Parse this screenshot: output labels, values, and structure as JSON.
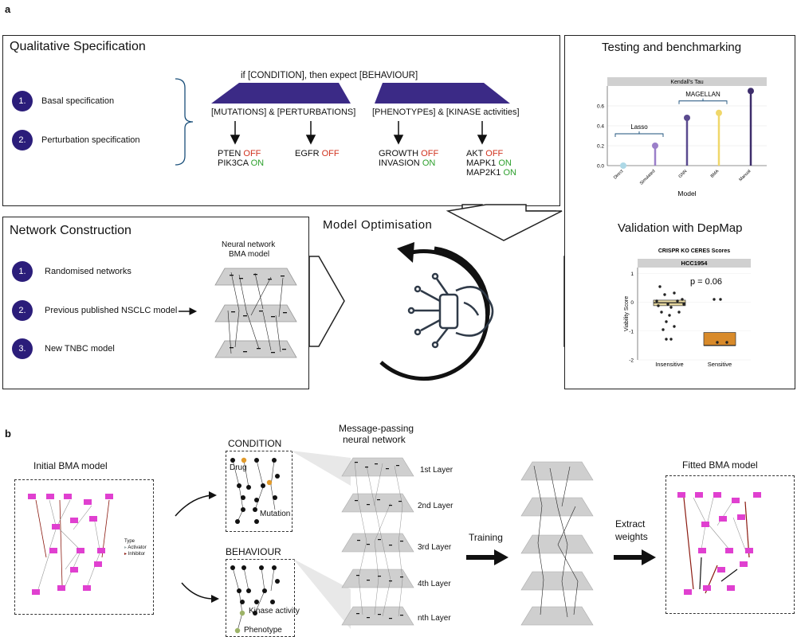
{
  "panel_a_label": "a",
  "panel_b_label": "b",
  "qual": {
    "title": "Qualitative Specification",
    "items": [
      {
        "num": "1.",
        "label": "Basal specification"
      },
      {
        "num": "2.",
        "label": "Perturbation specification"
      }
    ],
    "rule": "if [CONDITION], then expect [BEHAVIOUR]",
    "left_header": "[MUTATIONS] & [PERTURBATIONS]",
    "right_header": "[PHENOTYPEs] & [KINASE activities]",
    "status_off": "OFF",
    "status_on": "ON",
    "genes": {
      "pten": "PTEN",
      "pik3ca": "PIK3CA",
      "egfr": "EGFR",
      "growth": "GROWTH",
      "invasion": "INVASION",
      "akt": "AKT",
      "mapk1": "MAPK1",
      "map2k1": "MAP2K1"
    }
  },
  "network": {
    "title": "Network Construction",
    "items": [
      {
        "num": "1.",
        "label": "Randomised networks"
      },
      {
        "num": "2.",
        "label": "Previous published NSCLC model"
      },
      {
        "num": "3.",
        "label": "New TNBC model"
      }
    ],
    "nn_label_1": "Neural network",
    "nn_label_2": "BMA model"
  },
  "optim": {
    "title": "Model Optimisation"
  },
  "testing": {
    "title": "Testing and benchmarking",
    "validation_title": "Validation with DepMap"
  },
  "colors": {
    "accent": "#2b1d7a",
    "off": "#d0321e",
    "on": "#2da02d"
  },
  "chart_data": [
    {
      "type": "lollipop",
      "title": "Kendall's Tau",
      "xlabel": "Model",
      "categories": [
        "Direct",
        "Simulated",
        "GNN",
        "BMA",
        "Manual"
      ],
      "values": [
        0.0,
        0.2,
        0.48,
        0.53,
        0.75
      ],
      "colors": [
        "#add8e6",
        "#9b7fc9",
        "#5a4a8f",
        "#f0d76a",
        "#3d2d6b"
      ],
      "yticks": [
        "0.0",
        "0.2",
        "0.4",
        "0.6"
      ],
      "ylim": [
        0,
        0.8
      ],
      "annotations": [
        {
          "label": "Lasso",
          "categories": [
            "Direct",
            "Simulated"
          ]
        },
        {
          "label": "MAGELLAN",
          "categories": [
            "GNN",
            "BMA"
          ]
        }
      ]
    },
    {
      "type": "boxplot",
      "title": "CRISPR KO CERES Scores",
      "strip": "HCC1954",
      "ylabel": "Viability Score",
      "yticks": [
        "1",
        "0",
        "-1",
        "-2"
      ],
      "ylim": [
        -2,
        1.2
      ],
      "categories": [
        "Insensitive",
        "Sensitive"
      ],
      "annotation": "p = 0.06",
      "boxes": [
        {
          "name": "Insensitive",
          "q1": -0.12,
          "median": -0.02,
          "q3": 0.07,
          "color": "#e8d9a0"
        },
        {
          "name": "Sensitive",
          "q1": -1.5,
          "median": -1.5,
          "q3": -1.05,
          "color": "#d88a2a"
        }
      ]
    }
  ],
  "panel_b": {
    "initial_title": "Initial BMA model",
    "legend_title": "Type",
    "legend_activator": "Activator",
    "legend_inhibitor": "Inhibitor",
    "condition": "CONDITION",
    "drug": "Drug",
    "mutation": "Mutation",
    "behaviour": "BEHAVIOUR",
    "kinase": "Kinase activity",
    "phenotype": "Phenotype",
    "mpnn_1": "Message-passing",
    "mpnn_2": "neural network",
    "layers": [
      "1st Layer",
      "2nd Layer",
      "3rd Layer",
      "4th Layer",
      "nth Layer"
    ],
    "training": "Training",
    "extract_1": "Extract",
    "extract_2": "weights",
    "fitted_title": "Fitted BMA model"
  }
}
